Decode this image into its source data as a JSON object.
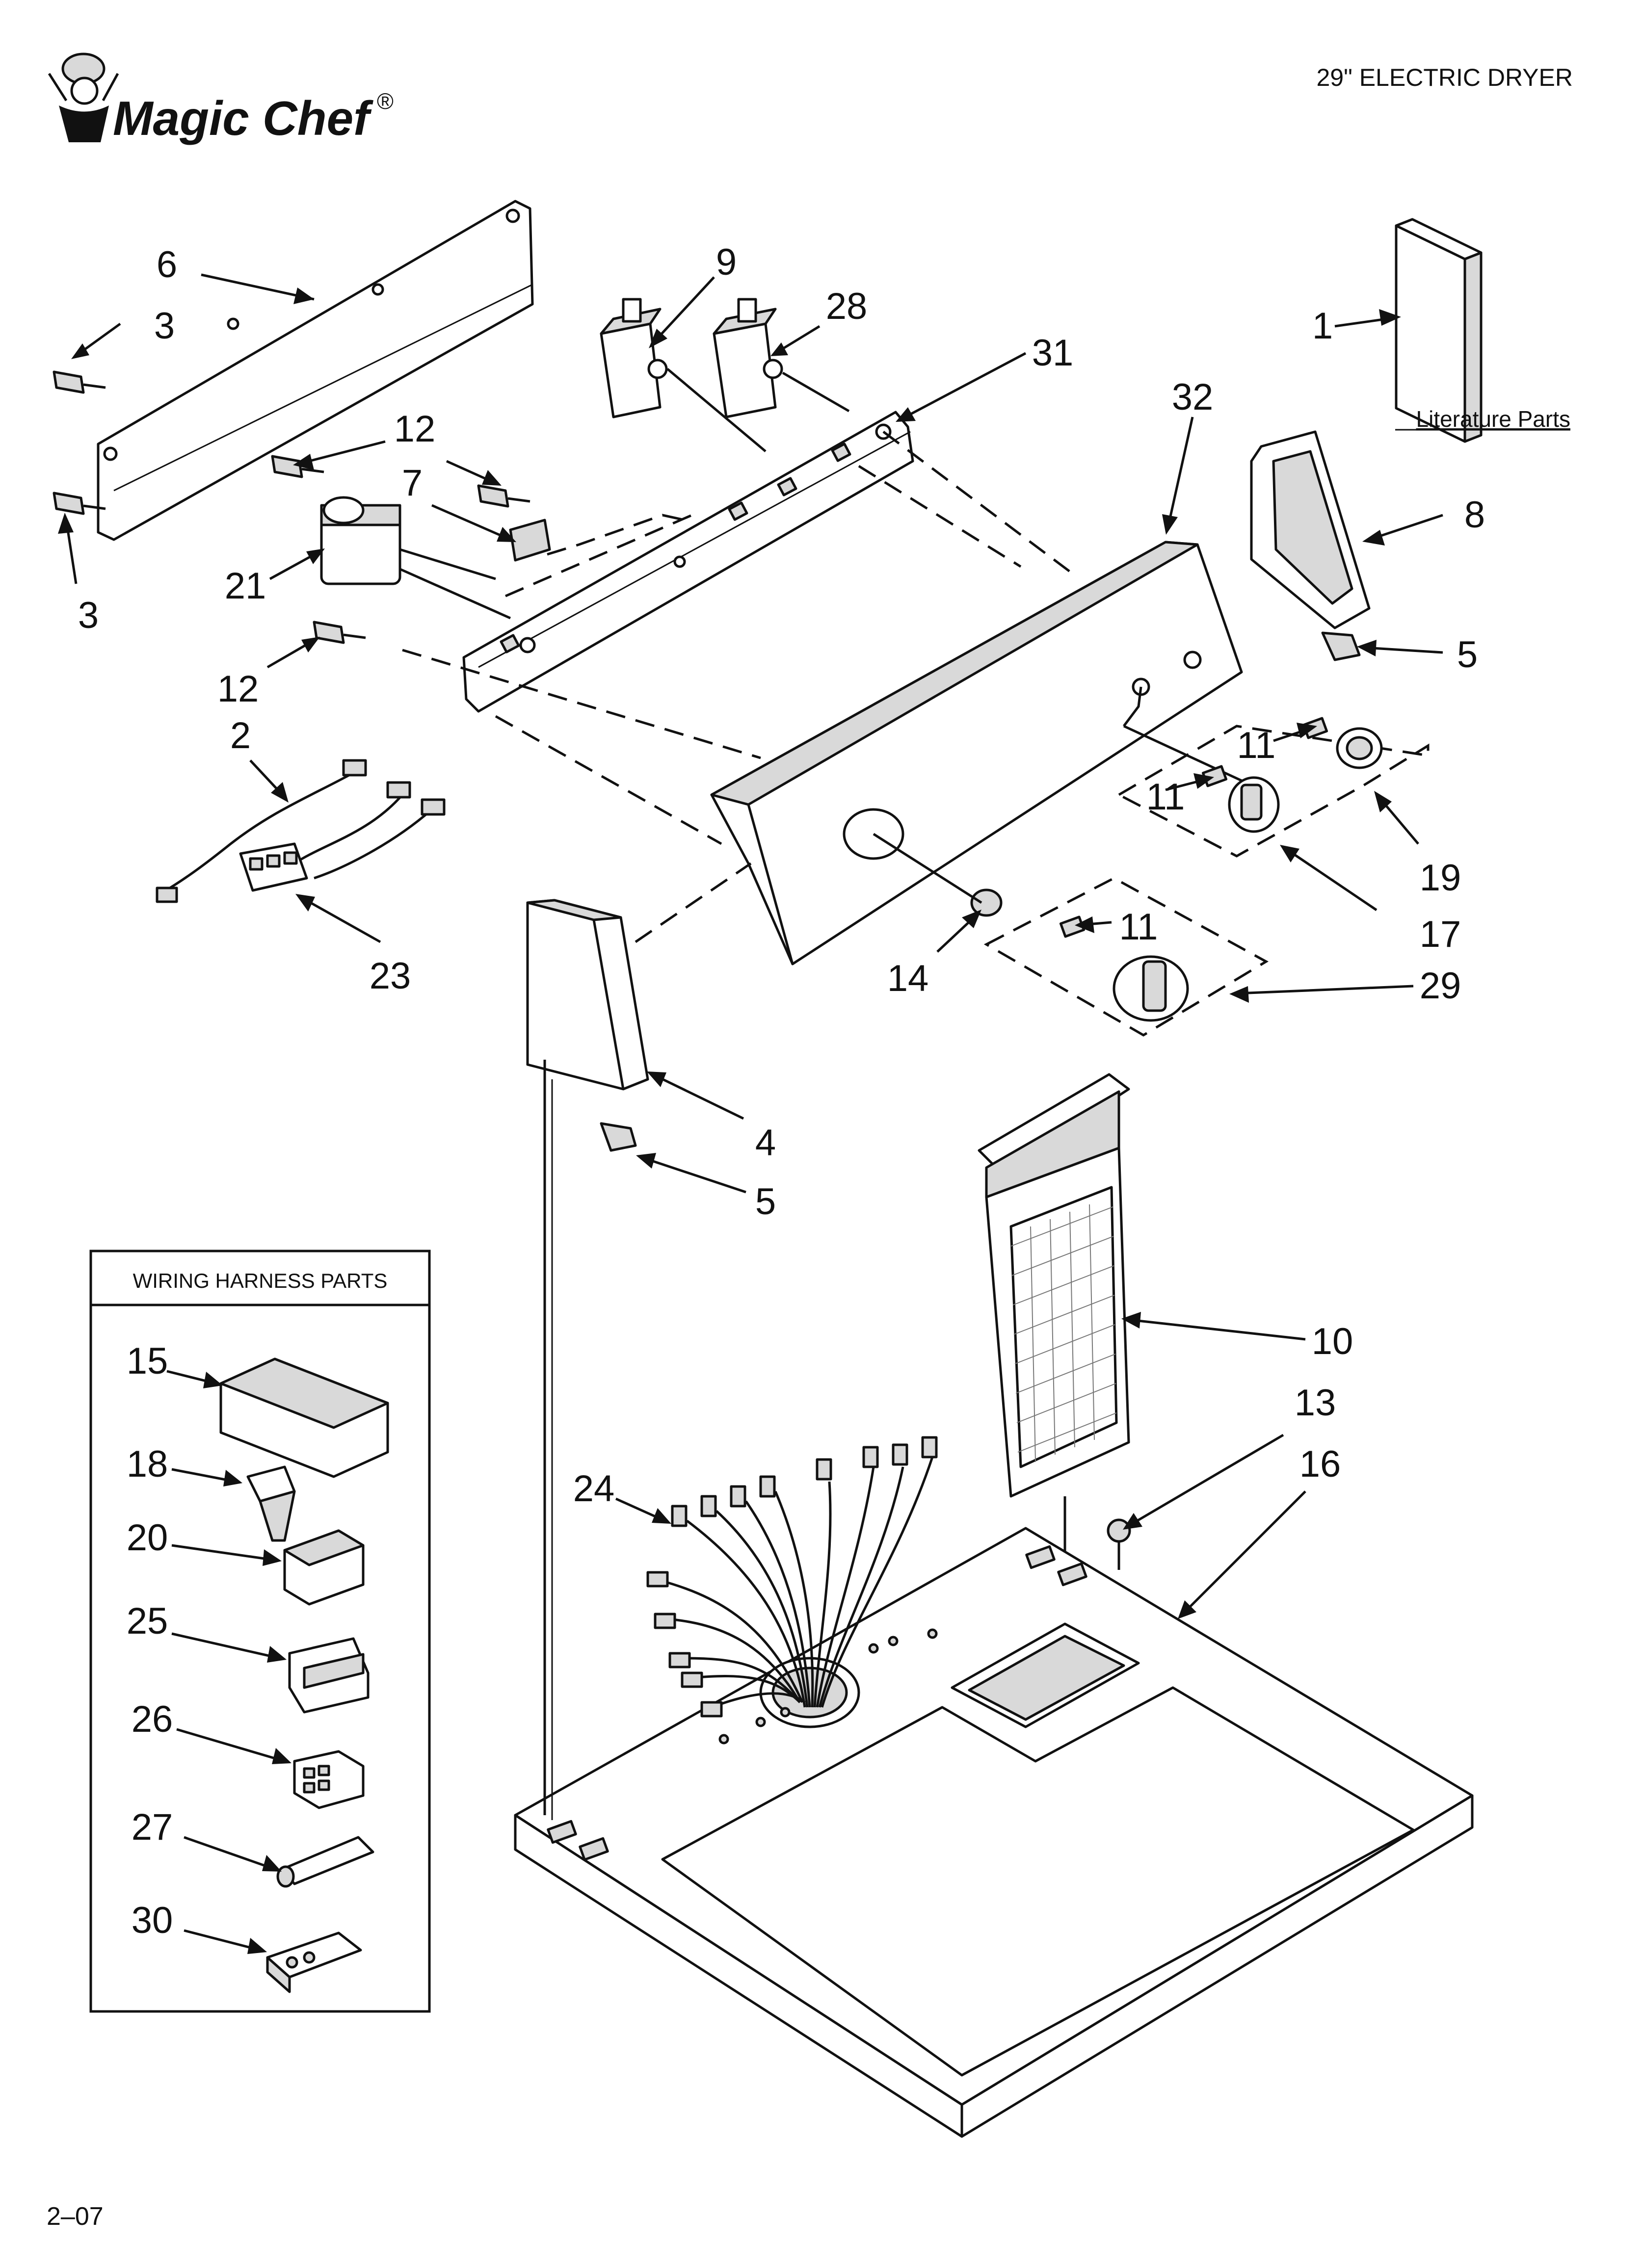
{
  "header": {
    "brand": "Magic Chef",
    "registered": "®",
    "title": "29\" ELECTRIC DRYER"
  },
  "literature_label": "Literature Parts",
  "wiring_box_title": "WIRING HARNESS PARTS",
  "footer_code": "2–07",
  "callouts": {
    "c1": "1",
    "c2": "2",
    "c3a": "3",
    "c3b": "3",
    "c4": "4",
    "c5a": "5",
    "c5b": "5",
    "c6": "6",
    "c7": "7",
    "c8": "8",
    "c9": "9",
    "c10": "10",
    "c11a": "11",
    "c11b": "11",
    "c11c": "11",
    "c12a": "12",
    "c12b": "12",
    "c13": "13",
    "c14": "14",
    "c15": "15",
    "c16": "16",
    "c17": "17",
    "c18": "18",
    "c19": "19",
    "c20": "20",
    "c21": "21",
    "c23": "23",
    "c24": "24",
    "c25": "25",
    "c26": "26",
    "c27": "27",
    "c28": "28",
    "c29": "29",
    "c30": "30",
    "c31": "31",
    "c32": "32"
  }
}
